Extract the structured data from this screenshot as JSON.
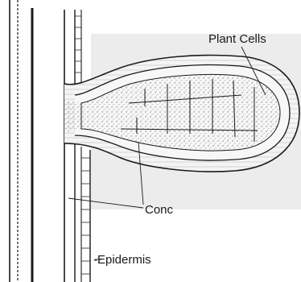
{
  "labels": {
    "plant_cells": "Plant Cells",
    "conc": "Conc",
    "epidermis": "-Epidermis"
  },
  "colors": {
    "ink": "#1a1a1a",
    "paper": "#ffffff",
    "shade": "#e6e6e6",
    "stipple": "#7a7a7a"
  }
}
